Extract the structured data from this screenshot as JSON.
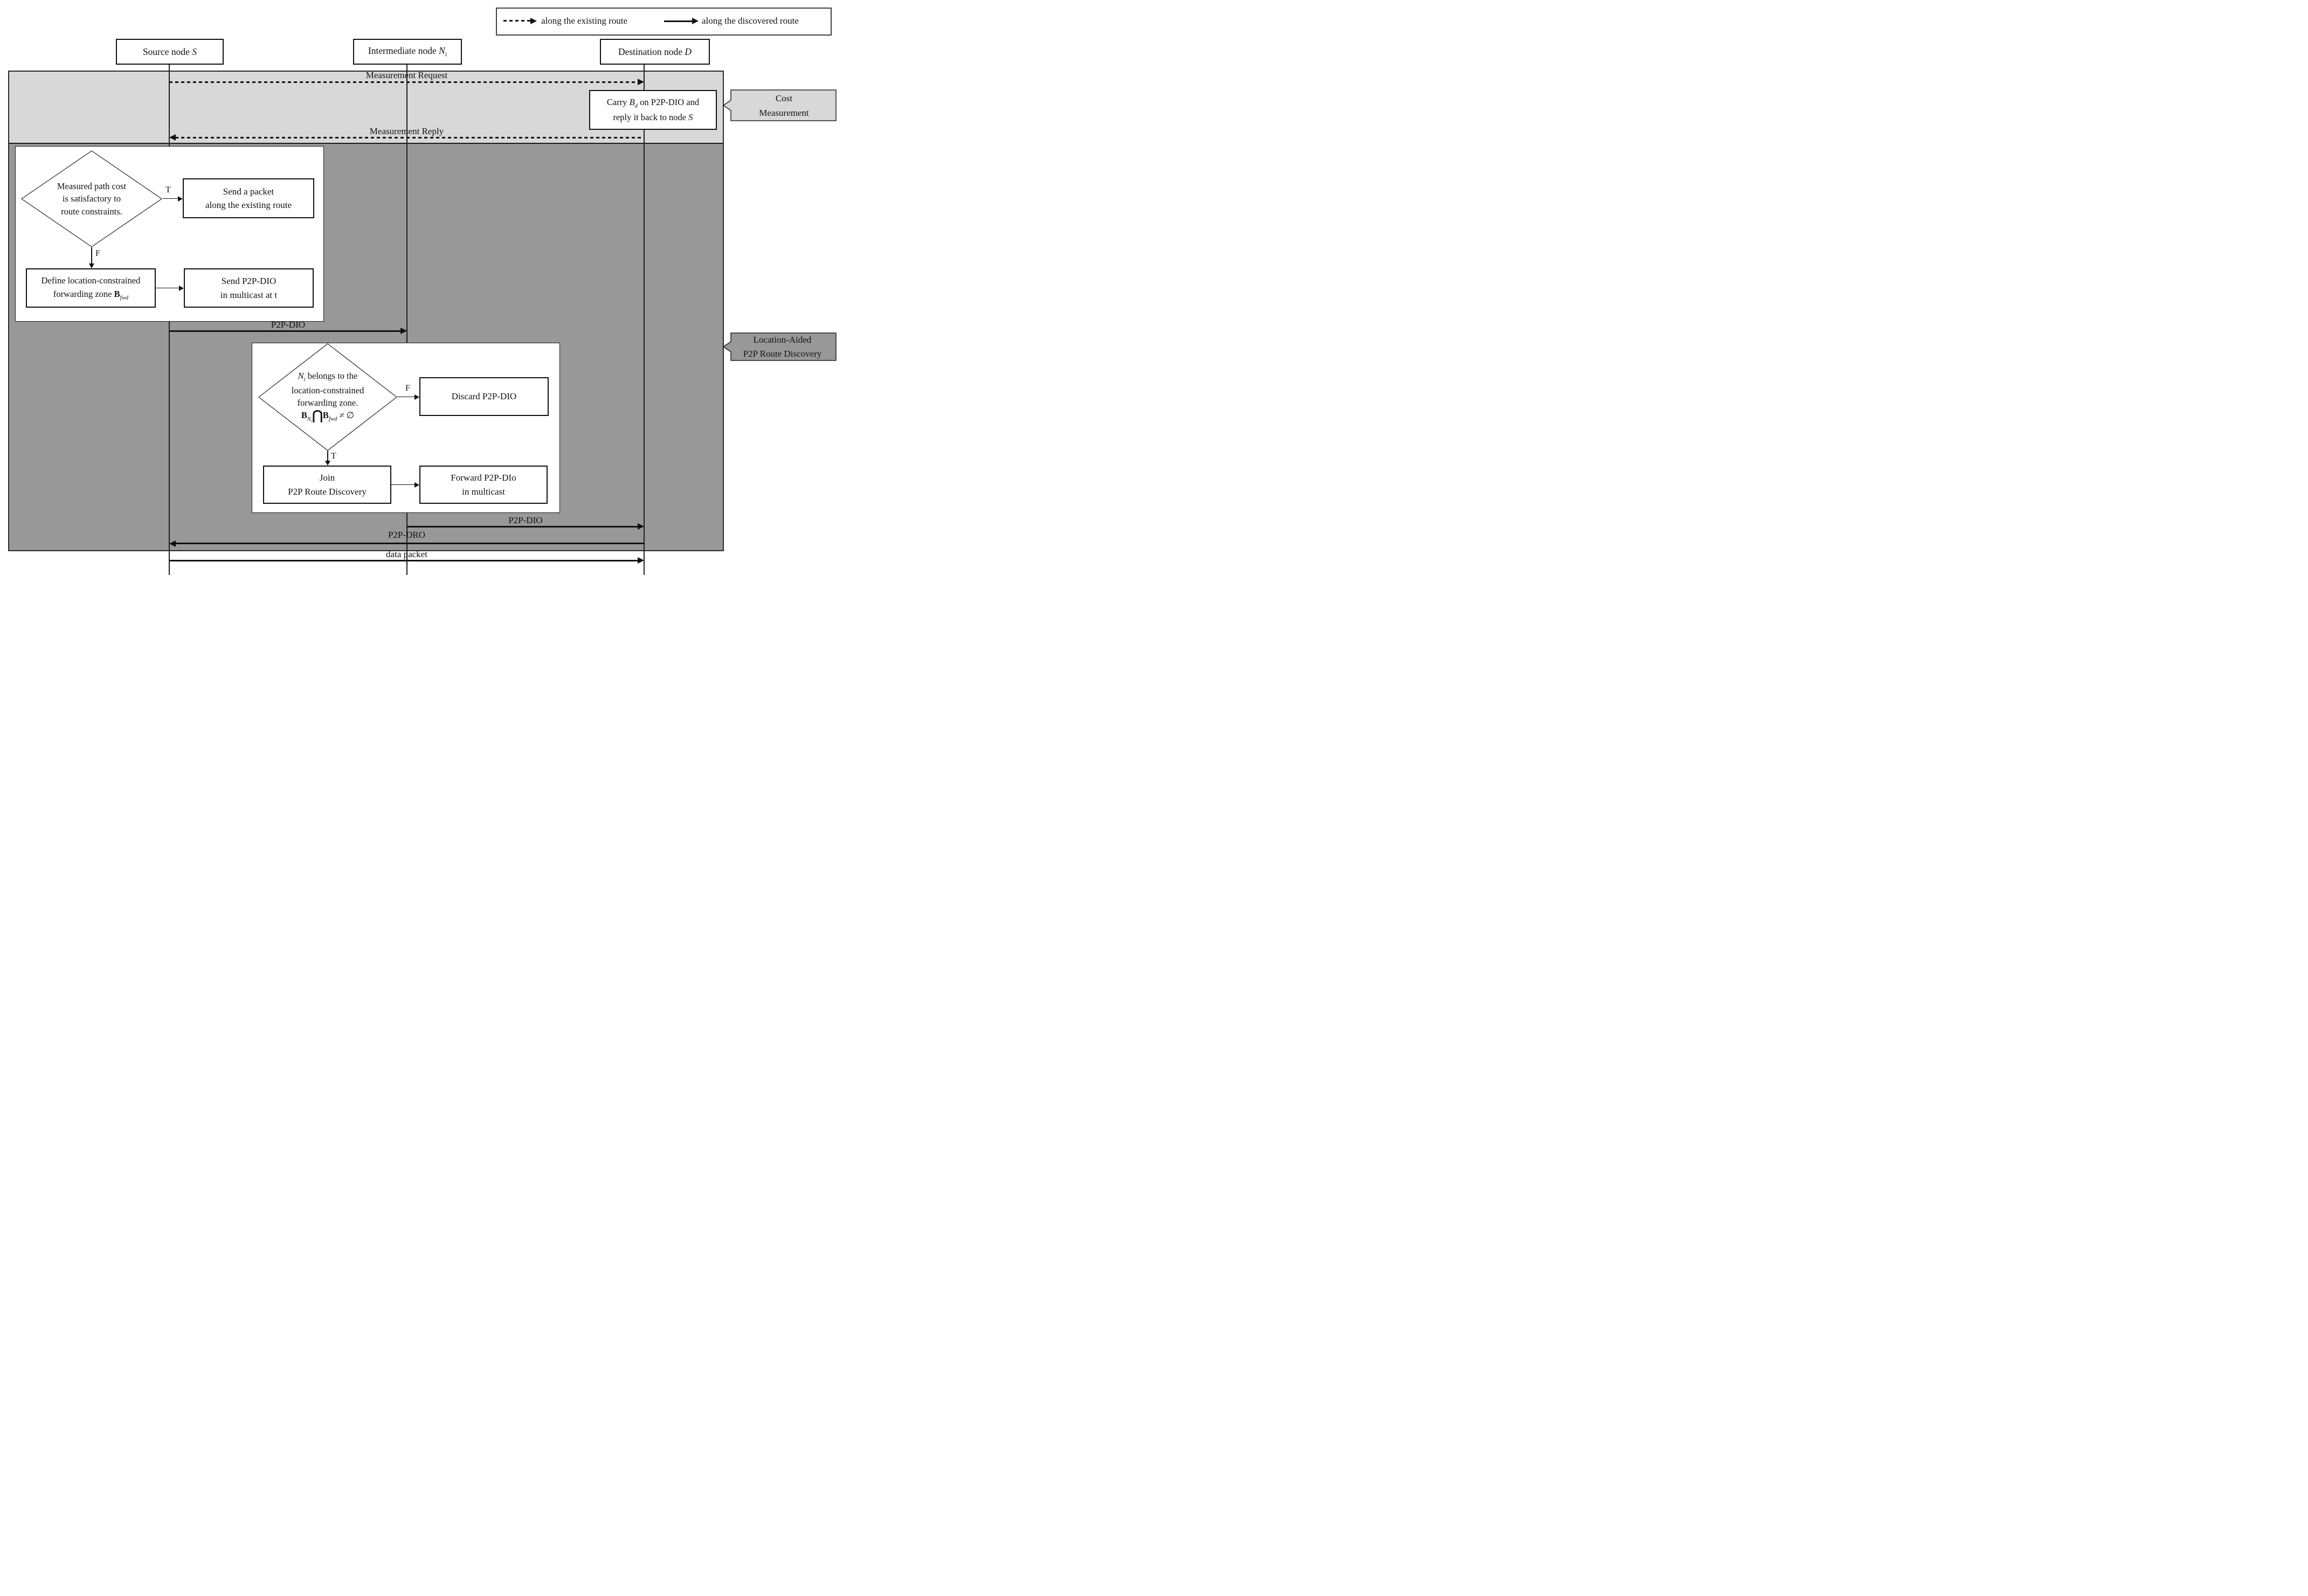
{
  "legend": {
    "dashed_label": "along the existing route",
    "solid_label": "along the discovered route"
  },
  "nodes": {
    "source": {
      "prefix": "Source node ",
      "symbol": "S"
    },
    "intermediate": {
      "prefix": "Intermediate node ",
      "symbol": "N",
      "symbol_sub": "i"
    },
    "destination": {
      "prefix": "Destination node ",
      "symbol": "D"
    }
  },
  "phase_labels": {
    "cost_measurement": {
      "line1": "Cost",
      "line2": "Measurement"
    },
    "route_discovery": {
      "line1": "Location-Aided",
      "line2": "P2P Route Discovery"
    }
  },
  "messages": {
    "measurement_request": "Measurement Request",
    "measurement_reply": "Measurement Reply",
    "p2p_dio_source": "P2P-DIO",
    "p2p_dio_forward": "P2P-DIO",
    "p2p_dro": "P2P-DRO",
    "data_packet": "data packet"
  },
  "destination_note": {
    "part1": "Carry ",
    "var1": "B",
    "sub1": "d",
    "part2": " on P2P-DIO and",
    "part3": "reply it back to node ",
    "var2": "S"
  },
  "source_flow": {
    "decision_line1": "Measured path cost",
    "decision_line2": "is satisfactory to",
    "decision_line3": "route constraints.",
    "true_label": "T",
    "false_label": "F",
    "true_box_line1": "Send a packet",
    "true_box_line2": "along the existing route",
    "false_box_line1": "Define location-constrained",
    "false_box_line2_text": "forwarding zone ",
    "false_box_var": "B",
    "false_box_var_sub": "fwd",
    "next_box_line1": "Send P2P-DIO",
    "next_box_line2": "in multicast at t"
  },
  "intermediate_flow": {
    "decision_var": "N",
    "decision_var_sub": "i",
    "decision_line1_rest": " belongs to the",
    "decision_line2": "location-constrained",
    "decision_line3": "forwarding zone.",
    "formula_b1": "B",
    "formula_b1_sub": "N",
    "formula_b1_subsub": "i",
    "formula_cap": "⋂",
    "formula_b2": "B",
    "formula_b2_sub": "fwd",
    "formula_tail": " ≠ ∅",
    "false_label": "F",
    "true_label": "T",
    "false_box": "Discard P2P-DIO",
    "true_box_line1": "Join",
    "true_box_line2": "P2P Route Discovery",
    "next_box_line1": "Forward P2P-DIo",
    "next_box_line2": "in multicast"
  },
  "colors": {
    "band_light": "#d8d8d8",
    "band_dark": "#989898",
    "panel": "#ffffff",
    "line": "#111111"
  }
}
